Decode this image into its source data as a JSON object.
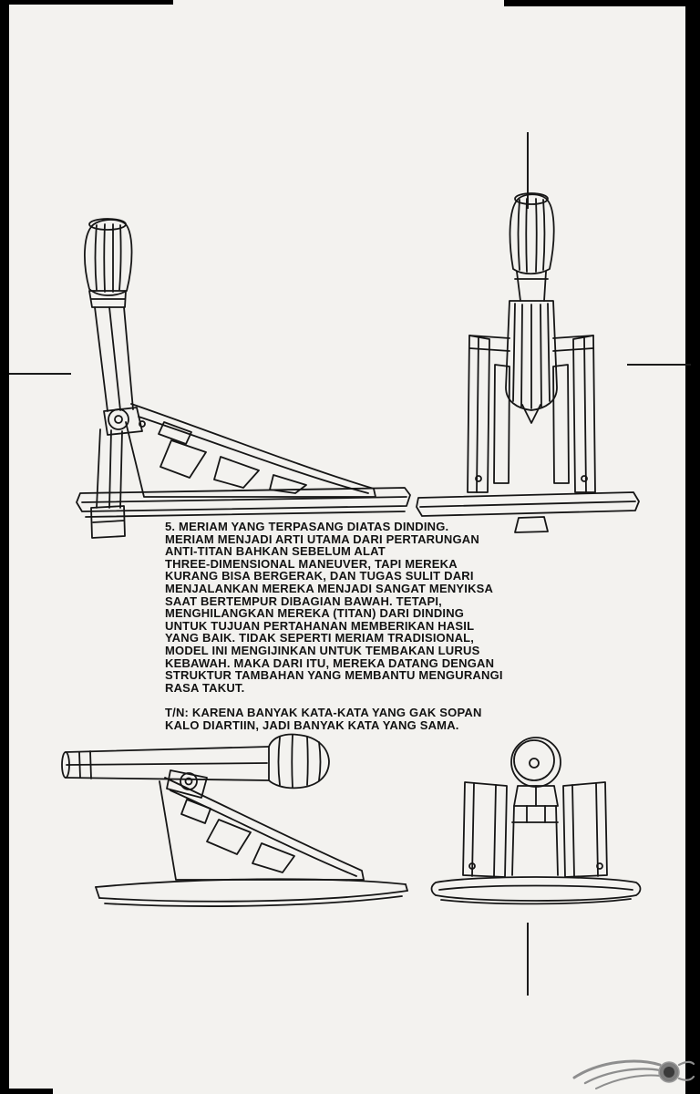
{
  "page": {
    "paper_color": "#f3f2ef",
    "ink_color": "#161616",
    "border_color": "#000000",
    "watermark_gray": "#8e8e8e"
  },
  "caption": {
    "lines": [
      "5. MERIAM YANG TERPASANG DIATAS DINDING.",
      "MERIAM MENJADI ARTI UTAMA DARI PERTARUNGAN",
      "ANTI-TITAN BAHKAN SEBELUM ALAT",
      "THREE-DIMENSIONAL MANEUVER, TAPI MEREKA",
      "KURANG BISA BERGERAK, DAN TUGAS SULIT DARI",
      "MENJALANKAN MEREKA MENJADI SANGAT MENYIKSA",
      "SAAT BERTEMPUR DIBAGIAN BAWAH. TETAPI,",
      "MENGHILANGKAN MEREKA (TITAN) DARI DINDING",
      "UNTUK TUJUAN PERTAHANAN MEMBERIKAN HASIL",
      "YANG BAIK. TIDAK SEPERTI MERIAM TRADISIONAL,",
      "MODEL INI MENGIJINKAN UNTUK TEMBAKAN LURUS",
      "KEBAWAH. MAKA DARI ITU, MEREKA DATANG DENGAN",
      "STRUKTUR TAMBAHAN YANG MEMBANTU MENGURANGI",
      "RASA TAKUT."
    ]
  },
  "translator_note": {
    "lines": [
      "T/N: KARENA BANYAK KATA-KATA YANG GAK SOPAN",
      "KALO DIARTIIN, JADI BANYAK KATA YANG SAMA."
    ]
  }
}
